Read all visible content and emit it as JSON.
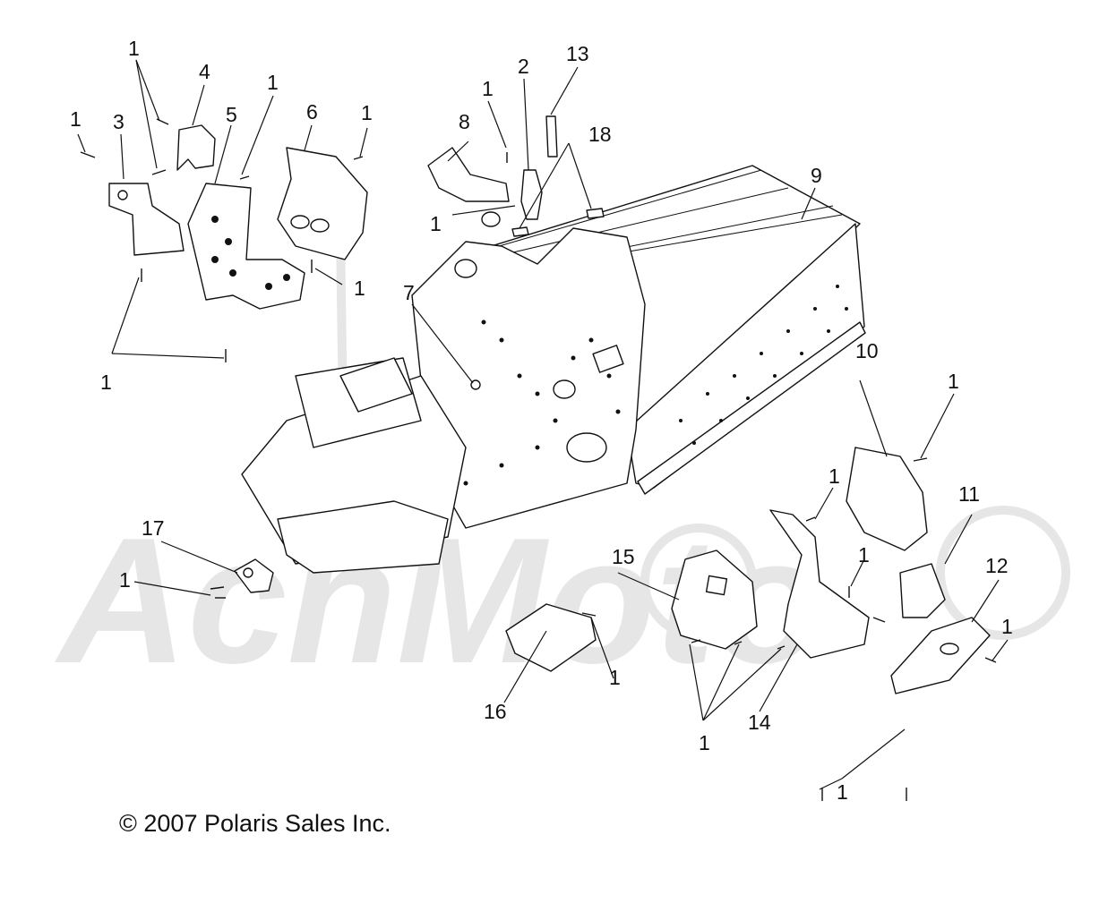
{
  "diagram": {
    "callouts": [
      "1",
      "2",
      "3",
      "4",
      "5",
      "6",
      "7",
      "8",
      "9",
      "10",
      "11",
      "12",
      "13",
      "14",
      "15",
      "16",
      "17",
      "18"
    ],
    "watermark_text": "AchMoto"
  },
  "copyright": "© 2007 Polaris Sales Inc."
}
